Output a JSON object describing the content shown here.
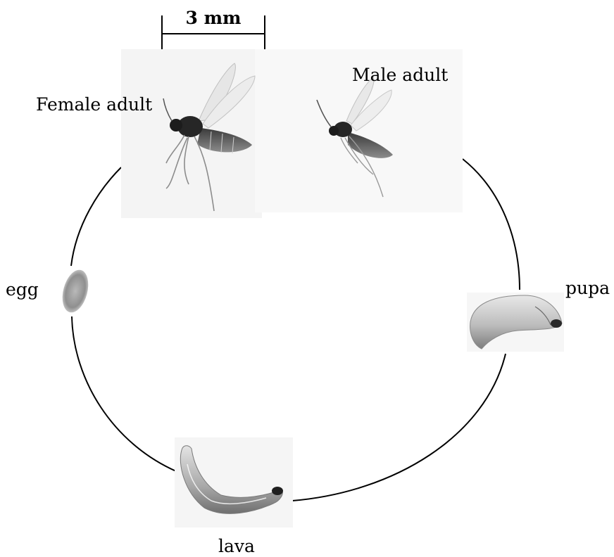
{
  "scale_bar": {
    "label": "3 mm"
  },
  "stages": {
    "female_adult": {
      "label": "Female adult"
    },
    "male_adult": {
      "label": "Male adult"
    },
    "egg": {
      "label": "egg"
    },
    "pupa": {
      "label": "pupa"
    },
    "larva": {
      "label": "lava"
    }
  },
  "colors": {
    "line": "#000000",
    "specimen_dark": "#222222",
    "specimen_mid": "#8a8a8a",
    "specimen_light": "#d6d6d6"
  }
}
